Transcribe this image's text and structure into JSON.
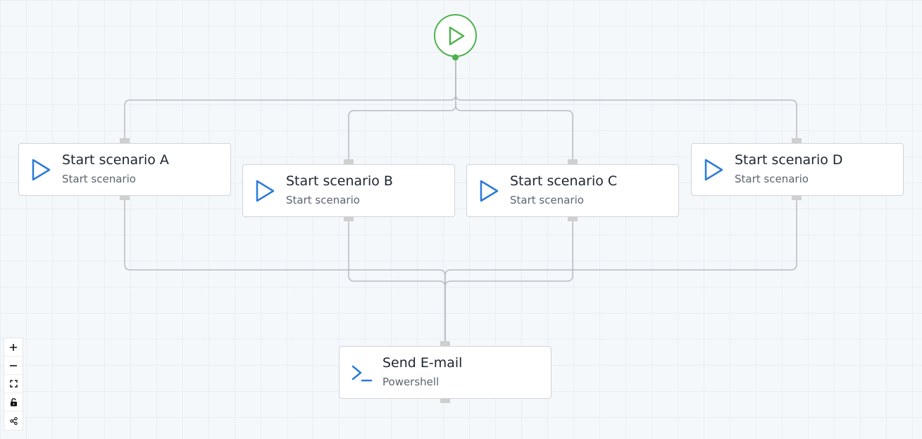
{
  "colors": {
    "start_green": "#4db34d",
    "icon_blue": "#2a7ad9",
    "edge_gray": "#b8bcc2"
  },
  "start_node": {
    "icon": "play-icon"
  },
  "nodes": [
    {
      "id": "a",
      "title": "Start scenario A",
      "subtitle": "Start scenario",
      "icon": "play-icon"
    },
    {
      "id": "b",
      "title": "Start scenario B",
      "subtitle": "Start scenario",
      "icon": "play-icon"
    },
    {
      "id": "c",
      "title": "Start scenario C",
      "subtitle": "Start scenario",
      "icon": "play-icon"
    },
    {
      "id": "d",
      "title": "Start scenario D",
      "subtitle": "Start scenario",
      "icon": "play-icon"
    },
    {
      "id": "email",
      "title": "Send E-mail",
      "subtitle": "Powershell",
      "icon": "terminal-icon"
    }
  ],
  "edges": [
    {
      "from": "start",
      "to": "a"
    },
    {
      "from": "start",
      "to": "b"
    },
    {
      "from": "start",
      "to": "c"
    },
    {
      "from": "start",
      "to": "d"
    },
    {
      "from": "a",
      "to": "email"
    },
    {
      "from": "b",
      "to": "email"
    },
    {
      "from": "c",
      "to": "email"
    },
    {
      "from": "d",
      "to": "email"
    }
  ],
  "controls": [
    {
      "name": "zoom-in-button",
      "icon": "plus-icon"
    },
    {
      "name": "zoom-out-button",
      "icon": "minus-icon"
    },
    {
      "name": "fit-view-button",
      "icon": "fit-view-icon"
    },
    {
      "name": "lock-button",
      "icon": "lock-icon"
    },
    {
      "name": "share-button",
      "icon": "share-icon"
    }
  ]
}
